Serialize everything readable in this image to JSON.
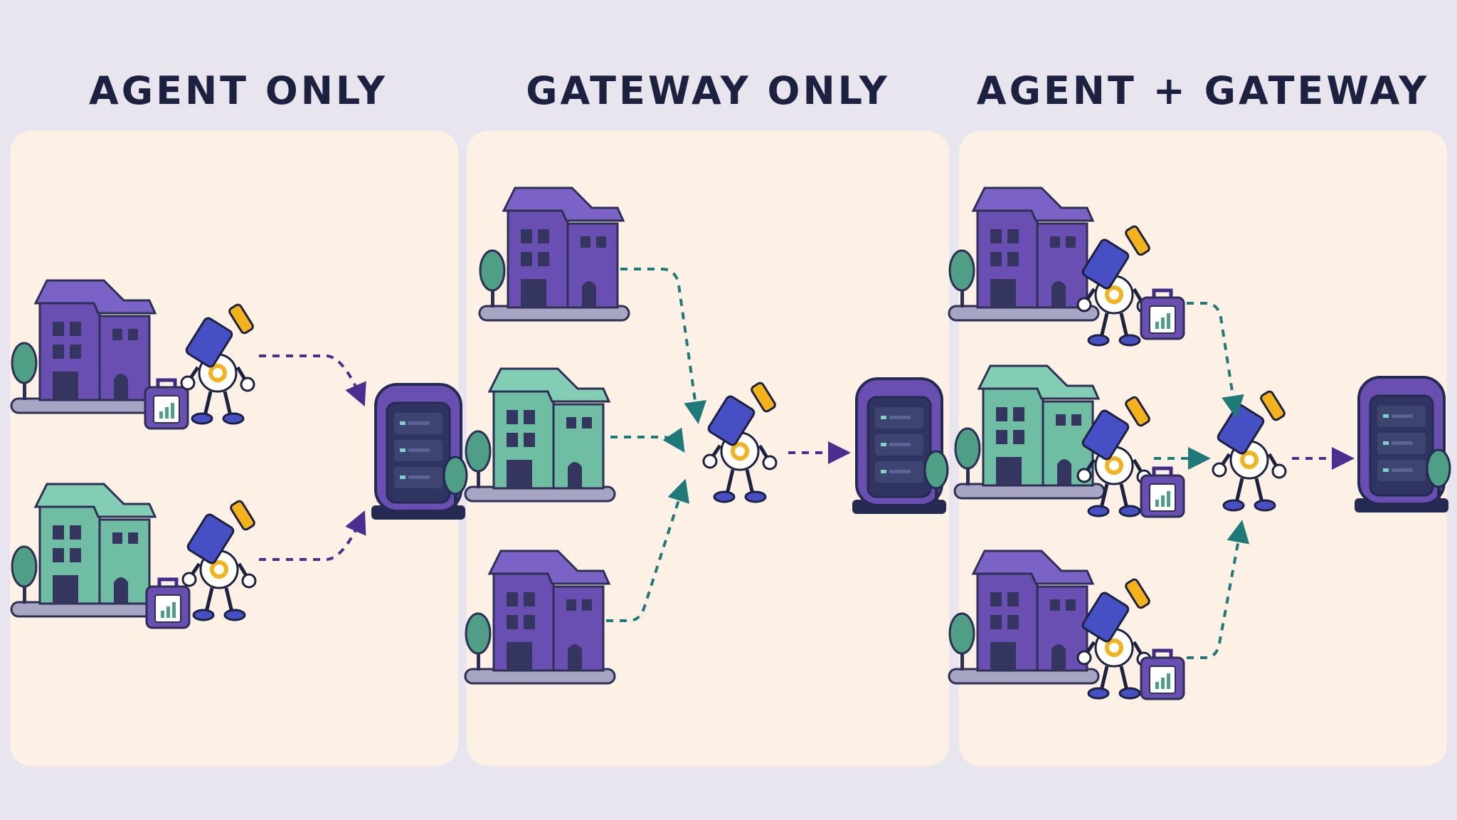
{
  "panels": [
    {
      "title": "AGENT ONLY"
    },
    {
      "title": "GATEWAY ONLY"
    },
    {
      "title": "AGENT + GATEWAY"
    }
  ],
  "colors": {
    "background": "#e9e5ef",
    "panel": "#fdf1e6",
    "title": "#1c2140",
    "building_purple": "#6a4fb3",
    "building_teal": "#6fbea4",
    "agent_arrow": "#4a2f91",
    "gateway_arrow": "#1d7a78",
    "robot_blue": "#4650c4",
    "robot_accent": "#f4b21b",
    "server_dark": "#242a52",
    "tree": "#4f9e86"
  },
  "icons": [
    "building-icon",
    "tree-icon",
    "robot-icon",
    "suitcase-icon",
    "server-icon"
  ]
}
